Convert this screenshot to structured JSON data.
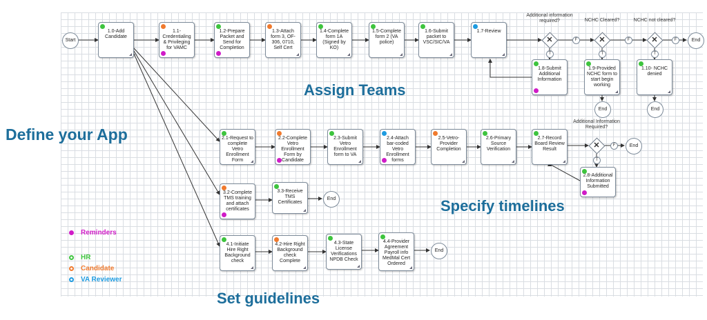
{
  "colors": {
    "hr": "#3ec43e",
    "candidate": "#f07a2e",
    "reviewer": "#1e9be0",
    "reminders": "#d01cc7",
    "headline": "#1d6e9b"
  },
  "headlines": {
    "define": "Define your App",
    "assign": "Assign Teams",
    "timelines": "Specify timelines",
    "guidelines": "Set guidelines"
  },
  "legend": {
    "reminders": "Reminders",
    "hr": "HR",
    "candidate": "Candidate",
    "reviewer": "VA Reviewer"
  },
  "events": {
    "start": "Start",
    "end": "End"
  },
  "gateways": {
    "g1": "Additional information required?",
    "g2": "NCHC Cleared?",
    "g3": "NCHC not cleared?",
    "g4": "Additional Information Required?"
  },
  "flow_labels": {
    "false": "F",
    "true": "T"
  },
  "tasks": {
    "t1_0": "1.0-Add Candidate",
    "t1_1": "1.1-Credentialing & Privileging for VAMC",
    "t1_2": "1.2-Prepare Packet and Send for Completion",
    "t1_3": "1.3-Attach form 3, OF-306, 0710, Self Cert",
    "t1_4": "1.4-Complete form 1A (Signed by KO)",
    "t1_5": "1.5-Complete form 2 (VA police)",
    "t1_6": "1.6-Submit packet to VSC/SIC/VA",
    "t1_7": "1.7-Review",
    "t1_8": "1.8-Submit Additional Information",
    "t1_9": "1.9-Provided NCHC form to start begin working",
    "t1_10": "1.10- NCHC denied",
    "t2_1": "2.1-Request to complete Vetro Enrollment Form",
    "t2_2": "2.2-Complete Vetro Enrollment Form by Candidate",
    "t2_3": "2.3-Submit Vetro Enrollment form to VA",
    "t2_4": "2.4-Attach bar-coded Vetro Enrollment forms",
    "t2_5": "2.5-Vetro-Provider Completion",
    "t2_6": "2.6-Primary Source Verification",
    "t2_7": "2.7-Record Board Review Result",
    "t2_8": "2.8-Additional Information Submitted",
    "t3_2": "3.2-Complete TMS training and attach certificates",
    "t3_3": "3.3-Receive TMS Certificates",
    "t4_1": "4.1-Initiate Hire Right Background check",
    "t4_2": "4.2-Hire Right Background check Complete",
    "t4_3": "4.3-State License Verifications NPDB Check",
    "t4_4": "4.4-Provider Agreement Payroll info MedMal Cert Ordered"
  }
}
